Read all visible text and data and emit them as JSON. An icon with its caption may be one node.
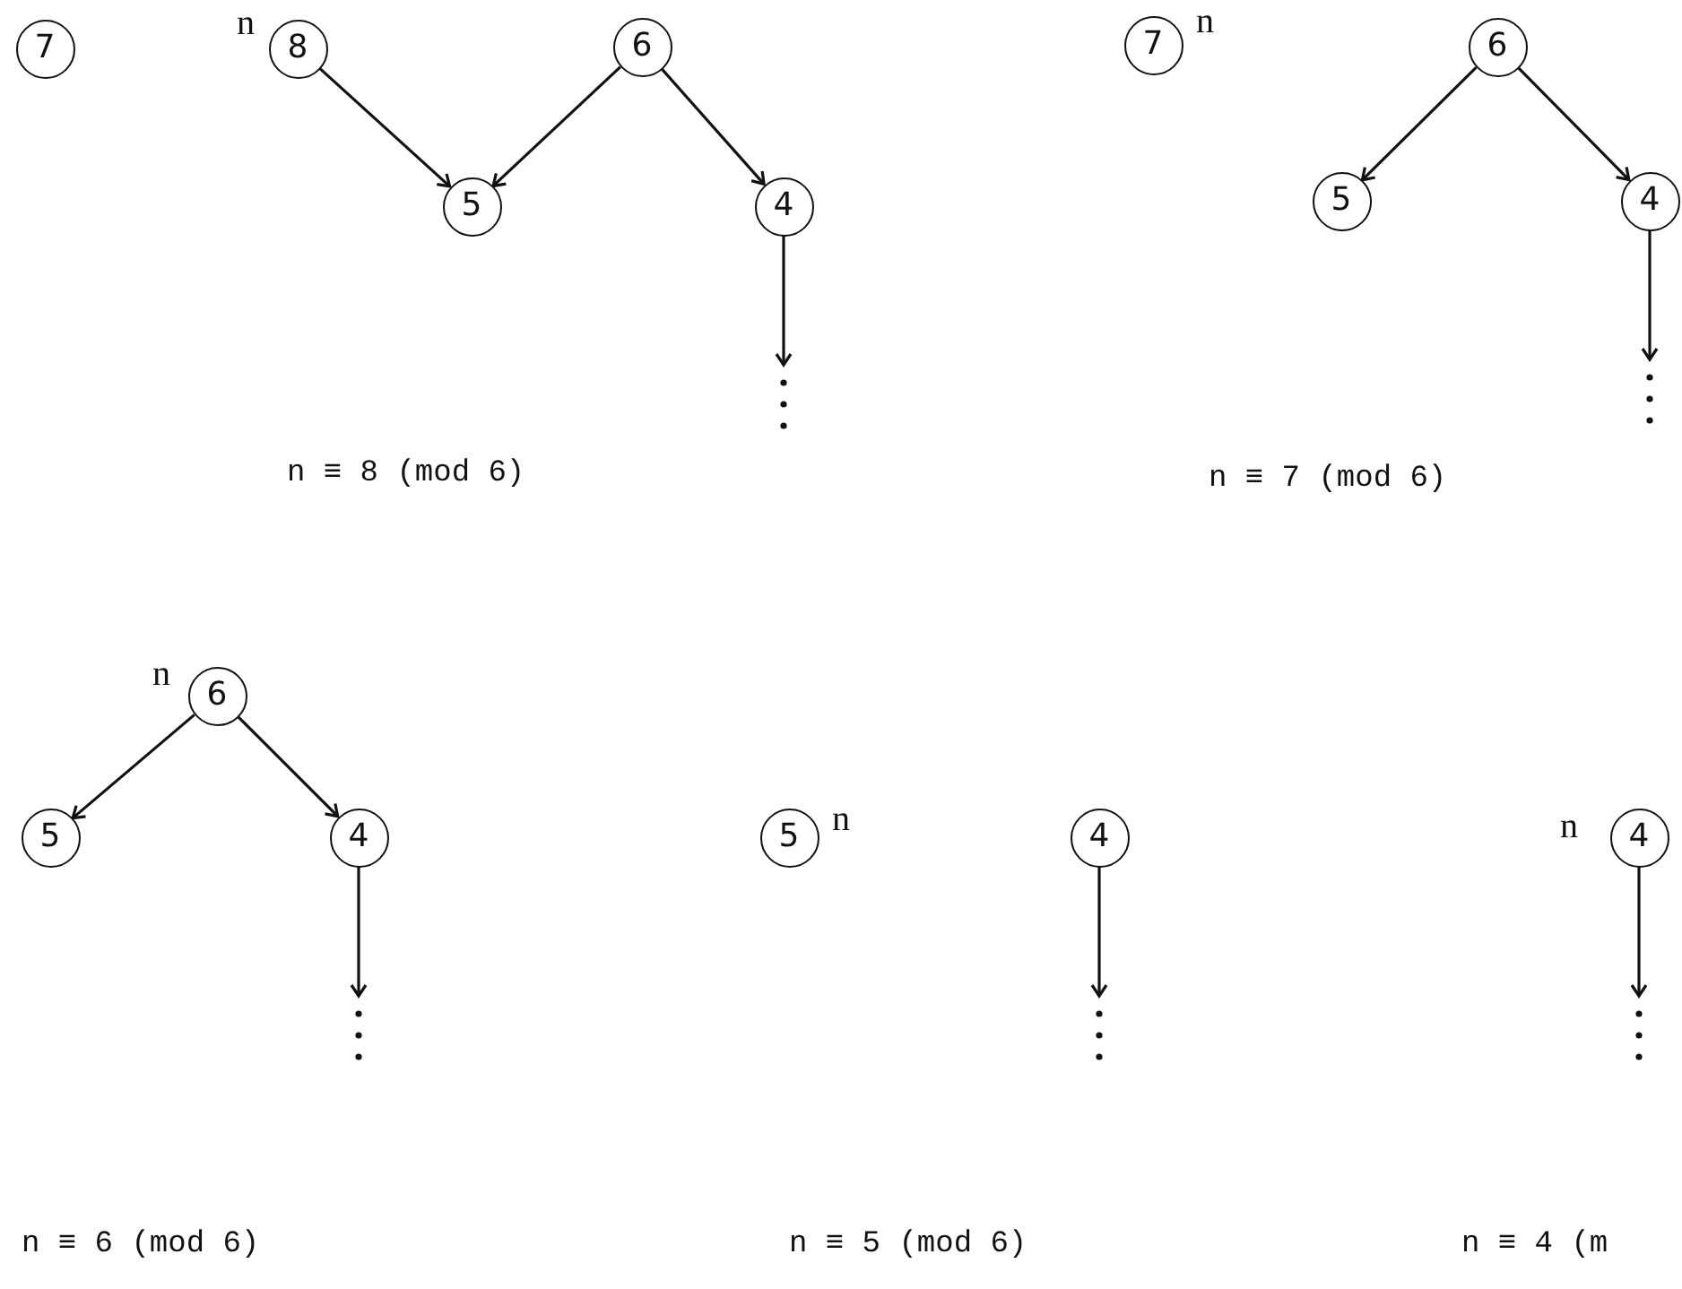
{
  "diagram": {
    "nodes": [
      {
        "text": [
          "7"
        ]
      },
      {
        "text": [
          "8"
        ],
        "beside": [
          "n"
        ]
      },
      {
        "text": [
          "6"
        ]
      },
      {
        "text": [
          "5"
        ]
      },
      {
        "text": [
          "4"
        ]
      },
      {
        "text": [
          "7"
        ],
        "beside": [
          "n"
        ]
      },
      {
        "text": [
          "6"
        ]
      },
      {
        "text": [
          "5"
        ]
      },
      {
        "text": [
          "4"
        ]
      },
      {
        "text": [
          "6"
        ],
        "beside": [
          "n"
        ]
      },
      {
        "text": [
          "5"
        ]
      },
      {
        "text": [
          "4"
        ]
      },
      {
        "text": [
          "5"
        ],
        "beside": [
          "n"
        ]
      },
      {
        "text": [
          "4"
        ]
      },
      {
        "text": [
          "4"
        ],
        "beside": [
          "n"
        ]
      }
    ],
    "edges": [
      {
        "from": 1,
        "to": 3,
        "arrow": "to"
      },
      {
        "from": 2,
        "to": 3,
        "arrow": "to"
      },
      {
        "from": 2,
        "to": 4,
        "arrow": "to"
      },
      {
        "from": 4,
        "to": null,
        "arrow": "to"
      },
      {
        "from": 6,
        "to": 7,
        "arrow": "to"
      },
      {
        "from": 6,
        "to": 8,
        "arrow": "to"
      },
      {
        "from": 8,
        "to": null,
        "arrow": "to"
      },
      {
        "from": 9,
        "to": 10,
        "arrow": "to"
      },
      {
        "from": 9,
        "to": 11,
        "arrow": "to"
      },
      {
        "from": 11,
        "to": null,
        "arrow": "to"
      },
      {
        "from": 13,
        "to": null,
        "arrow": "to"
      },
      {
        "from": 14,
        "to": null,
        "arrow": "to"
      }
    ],
    "labels": [
      "n ≡ 8 (mod 6)",
      "n ≡ 7 (mod 6)",
      "n ≡ 6 (mod 6)",
      "n ≡ 5 (mod 6)",
      "n ≡ 4 (m"
    ]
  }
}
